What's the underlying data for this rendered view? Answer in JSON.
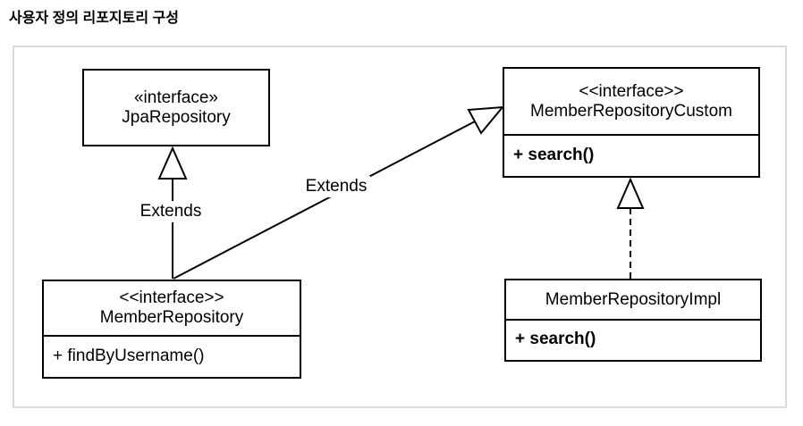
{
  "page": {
    "title": "사용자 정의 리포지토리 구성"
  },
  "diagram": {
    "classes": [
      {
        "id": "jpa-repository",
        "stereotype": "«interface»",
        "name": "JpaRepository",
        "methods": []
      },
      {
        "id": "member-repository-custom",
        "stereotype": "<<interface>>",
        "name": "MemberRepositoryCustom",
        "methods": [
          "+ search()"
        ]
      },
      {
        "id": "member-repository",
        "stereotype": "<<interface>>",
        "name": "MemberRepository",
        "methods": [
          "+ findByUsername()"
        ]
      },
      {
        "id": "member-repository-impl",
        "stereotype": "",
        "name": "MemberRepositoryImpl",
        "methods": [
          "+ search()"
        ]
      }
    ],
    "relations": [
      {
        "type": "generalization",
        "from": "MemberRepository",
        "to": "JpaRepository",
        "label": "Extends",
        "line": "solid"
      },
      {
        "type": "generalization",
        "from": "MemberRepository",
        "to": "MemberRepositoryCustom",
        "label": "Extends",
        "line": "solid"
      },
      {
        "type": "realization",
        "from": "MemberRepositoryImpl",
        "to": "MemberRepositoryCustom",
        "label": "",
        "line": "dashed"
      }
    ],
    "colors": {
      "line": "#000000",
      "box_border": "#000000",
      "box_fill": "#ffffff",
      "frame_border": "#d9d9d9",
      "background": "#ffffff",
      "text": "#000000"
    }
  }
}
